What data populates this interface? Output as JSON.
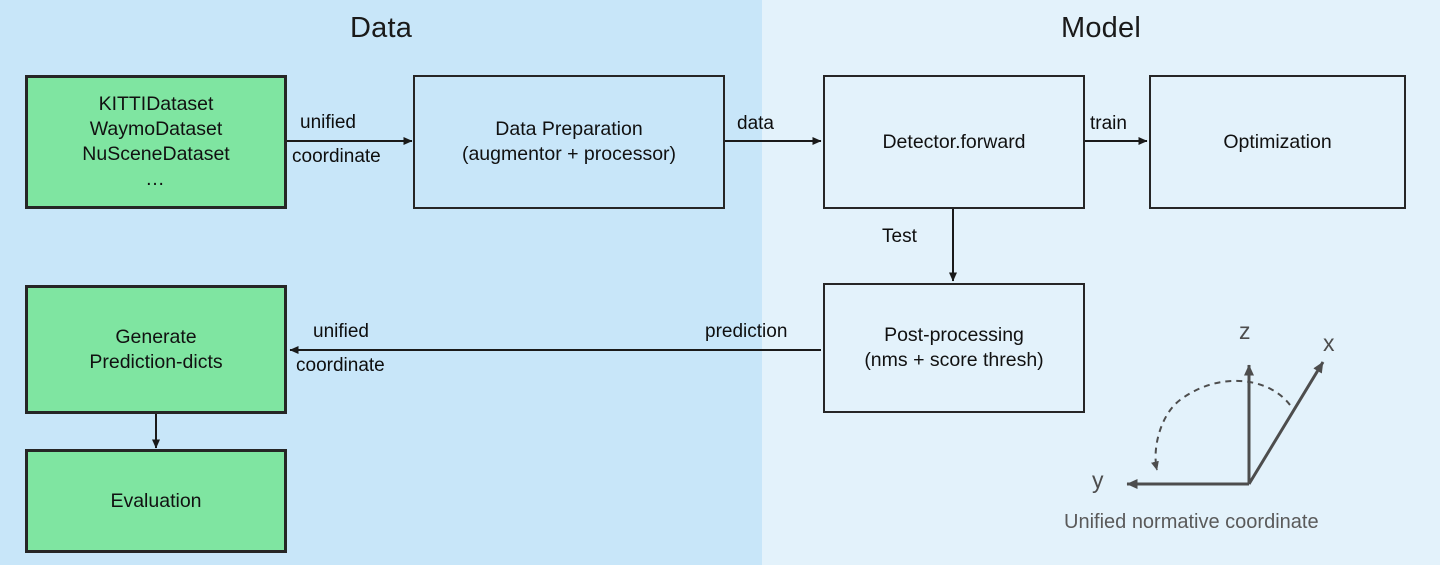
{
  "sections": [
    {
      "id": "data",
      "title": "Data",
      "color": "#c8e6f9"
    },
    {
      "id": "model",
      "title": "Model",
      "color": "#e3f2fb"
    }
  ],
  "colors": {
    "panel_data": "#c8e6f9",
    "panel_model": "#e3f2fb",
    "node_green": "#7fe5a1",
    "node_border": "#262626",
    "text": "#111111",
    "axis_gray": "#4d4d4d"
  },
  "nodes": {
    "datasets": {
      "lines": [
        "KITTIDataset",
        "WaymoDataset",
        "NuSceneDataset",
        "…"
      ],
      "style": "green"
    },
    "data_preparation": {
      "lines": [
        "Data Preparation",
        "(augmentor + processor)"
      ],
      "style": "plain"
    },
    "detector_forward": {
      "lines": [
        "Detector.forward"
      ],
      "style": "plain"
    },
    "optimization": {
      "lines": [
        "Optimization"
      ],
      "style": "plain"
    },
    "post_processing": {
      "lines": [
        "Post-processing",
        "(nms + score thresh)"
      ],
      "style": "plain"
    },
    "generate_prediction_dicts": {
      "lines": [
        "Generate",
        "Prediction-dicts"
      ],
      "style": "green"
    },
    "evaluation": {
      "lines": [
        "Evaluation"
      ],
      "style": "green"
    }
  },
  "edges": {
    "datasets_to_prep": {
      "label_top": "unified",
      "label_bottom": "coordinate"
    },
    "prep_to_detector": {
      "label": "data"
    },
    "detector_to_optimization": {
      "label": "train"
    },
    "detector_to_post": {
      "label": "Test"
    },
    "post_to_generate": {
      "label": "prediction"
    },
    "post_to_generate_coord": {
      "label_top": "unified",
      "label_bottom": "coordinate"
    },
    "generate_to_evaluation": {
      "label": ""
    }
  },
  "coordinate_widget": {
    "axis_x": "x",
    "axis_y": "y",
    "axis_z": "z",
    "caption": "Unified normative coordinate"
  }
}
